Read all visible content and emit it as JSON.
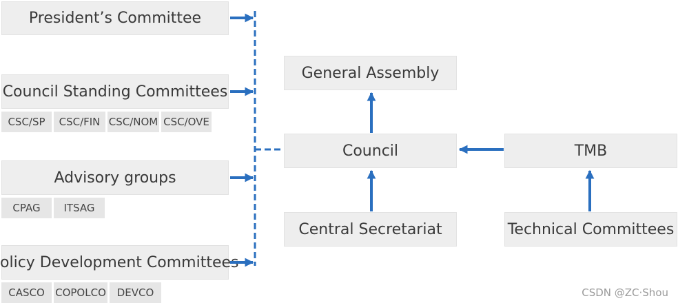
{
  "colors": {
    "arrow": "#2a6fbf",
    "box": "#eeeeee",
    "tag": "#e6e6e6"
  },
  "left": {
    "presidents_committee": "President’s Committee",
    "council_standing_committees": {
      "label": "Council Standing Committees",
      "tags": [
        "CSC/SP",
        "CSC/FIN",
        "CSC/NOM",
        "CSC/OVE"
      ]
    },
    "advisory_groups": {
      "label": "Advisory groups",
      "tags": [
        "CPAG",
        "ITSAG"
      ]
    },
    "policy_development_committees": {
      "label": "Policy Development Committees",
      "tags": [
        "CASCO",
        "COPOLCO",
        "DEVCO"
      ]
    }
  },
  "center": {
    "general_assembly": "General Assembly",
    "council": "Council",
    "central_secretariat": "Central Secretariat"
  },
  "right": {
    "tmb": "TMB",
    "technical_committees": "Technical Committees"
  },
  "watermark": "CSDN @ZC·Shou"
}
